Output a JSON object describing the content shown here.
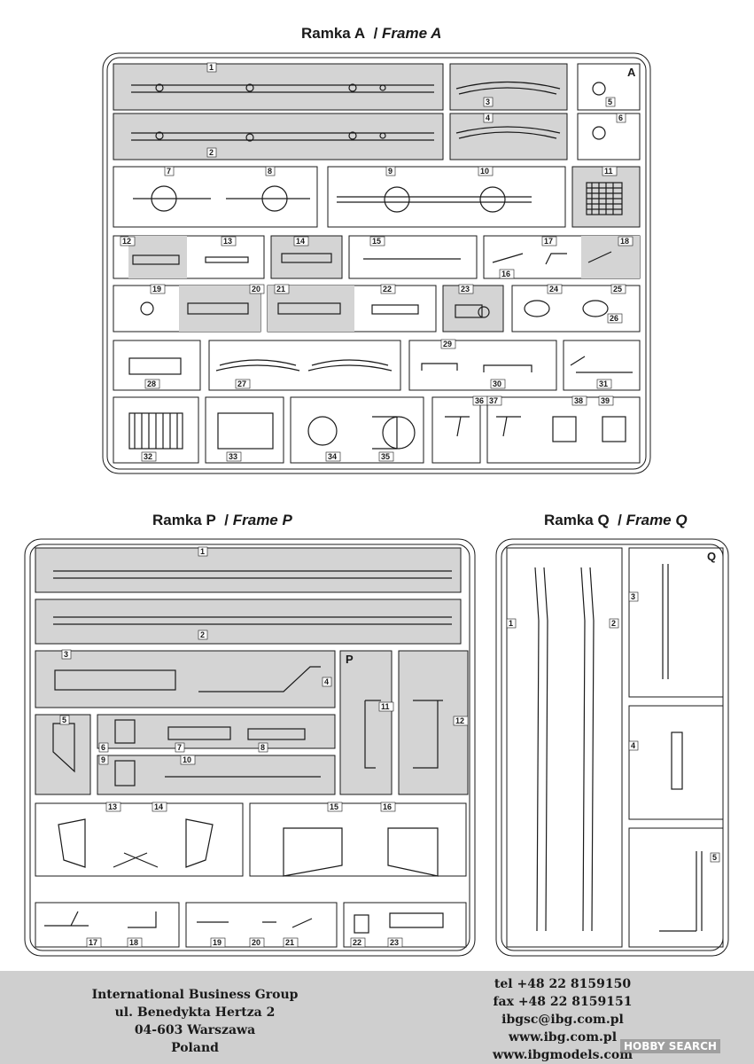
{
  "frames": {
    "A": {
      "title_prefix": "Ramka A",
      "title_italic": "Frame A",
      "letter": "A"
    },
    "P": {
      "title_prefix": "Ramka P",
      "title_italic": "Frame P",
      "letter": "P"
    },
    "Q": {
      "title_prefix": "Ramka Q",
      "title_italic": "Frame Q",
      "letter": "Q"
    }
  },
  "part_labels": {
    "A": [
      "1",
      "2",
      "3",
      "4",
      "5",
      "6",
      "7",
      "8",
      "9",
      "10",
      "11",
      "12",
      "13",
      "14",
      "15",
      "16",
      "17",
      "18",
      "19",
      "20",
      "21",
      "22",
      "23",
      "24",
      "25",
      "26",
      "27",
      "28",
      "29",
      "30",
      "31",
      "32",
      "33",
      "34",
      "35",
      "36",
      "37",
      "38",
      "39"
    ],
    "P": [
      "1",
      "2",
      "3",
      "4",
      "5",
      "6",
      "7",
      "8",
      "9",
      "10",
      "11",
      "12",
      "13",
      "14",
      "15",
      "16",
      "17",
      "18",
      "19",
      "20",
      "21",
      "22",
      "23"
    ],
    "Q": [
      "1",
      "2",
      "3",
      "4",
      "5"
    ]
  },
  "address": {
    "company": "International Business Group",
    "street": "ul. Benedykta  Hertza 2",
    "postal": "04-603 Warszawa",
    "country": "Poland"
  },
  "contact": {
    "tel": "tel +48 22 8159150",
    "fax": "fax +48 22 8159151",
    "email": "ibgsc@ibg.com.pl",
    "web1": "www.ibg.com.pl",
    "web2": "www.ibgmodels.com"
  },
  "watermark": "HOBBY SEARCH",
  "colors": {
    "gray_fill": "#d4d4d4",
    "line": "#1a1a1a",
    "footer": "#cfcfcf"
  }
}
